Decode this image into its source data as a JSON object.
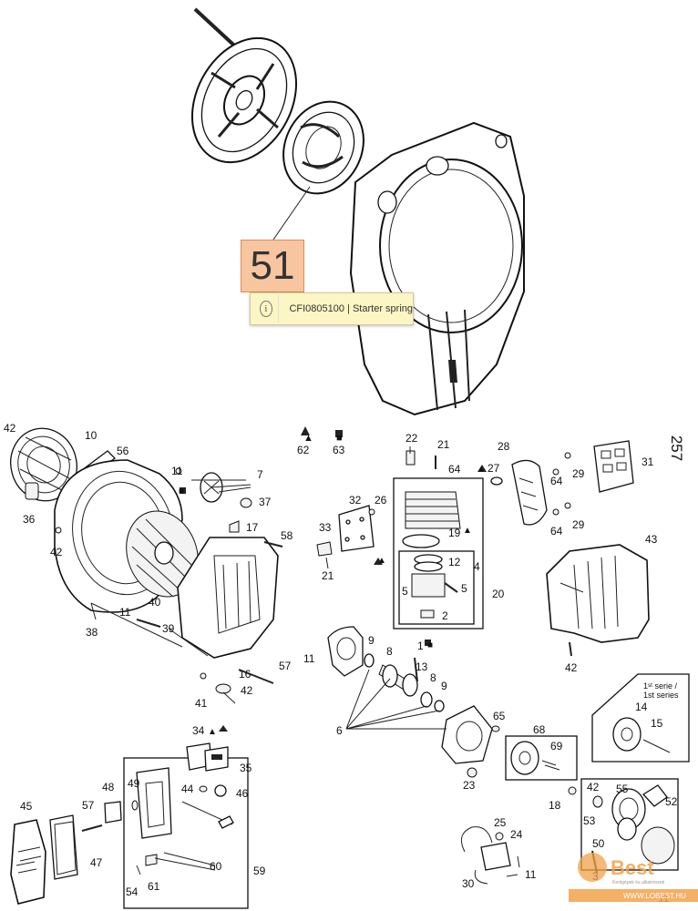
{
  "callout": {
    "number": "51"
  },
  "tooltip": {
    "text": "CFI0805100 | Starter spring",
    "icon": "info-icon"
  },
  "page_number": "257",
  "watermark": {
    "brand": "Best",
    "tagline": "Kertigépek és alkatrészek",
    "url": "WWW.LOBEST.HU"
  },
  "symbols": {
    "triangle": "▲",
    "square": "■",
    "serie": "1ˢᵗ serie /",
    "series": "1st series"
  },
  "labels": [
    "42",
    "10",
    "56",
    "11",
    "7",
    "37",
    "36",
    "42",
    "17",
    "58",
    "38",
    "40",
    "11",
    "39",
    "16",
    "57",
    "42",
    "41",
    "62",
    "63",
    "22",
    "21",
    "64",
    "32",
    "26",
    "33",
    "21",
    "19",
    "12",
    "4",
    "5",
    "5",
    "2",
    "20",
    "28",
    "27",
    "64",
    "29",
    "64",
    "29",
    "31",
    "43",
    "42",
    "11",
    "9",
    "8",
    "1",
    "13",
    "8",
    "9",
    "6",
    "65",
    "34",
    "35",
    "44",
    "46",
    "68",
    "69",
    "23",
    "18",
    "42",
    "55",
    "52",
    "53",
    "50",
    "48",
    "49",
    "57",
    "45",
    "47",
    "60",
    "59",
    "54",
    "61",
    "25",
    "24",
    "30",
    "11",
    "3",
    "11",
    "14",
    "15"
  ]
}
